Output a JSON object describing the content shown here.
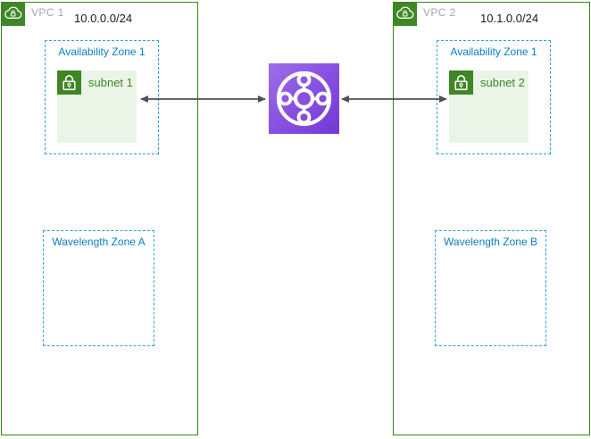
{
  "diagram": {
    "type": "aws-network-architecture",
    "vpc1": {
      "label": "VPC 1",
      "cidr": "10.0.0.0/24",
      "availability_zone": {
        "label": "Availability Zone 1",
        "subnet": {
          "label": "subnet 1",
          "icon": "private-subnet-lock-icon"
        }
      },
      "wavelength_zone": {
        "label": "Wavelength Zone A"
      },
      "icon": "vpc-cloud-lock-icon"
    },
    "vpc2": {
      "label": "VPC 2",
      "cidr": "10.1.0.0/24",
      "availability_zone": {
        "label": "Availability Zone 1",
        "subnet": {
          "label": "subnet 2",
          "icon": "private-subnet-lock-icon"
        }
      },
      "wavelength_zone": {
        "label": "Wavelength Zone B"
      },
      "icon": "vpc-cloud-lock-icon"
    },
    "transit_gateway": {
      "icon": "transit-gateway-icon"
    },
    "connections": [
      {
        "from": "subnet 1",
        "to": "transit gateway",
        "bidirectional": true
      },
      {
        "from": "transit gateway",
        "to": "subnet 2",
        "bidirectional": true
      }
    ],
    "colors": {
      "vpc_border_green": "#2E8B0E",
      "icon_green": "#3F8624",
      "subnet_fill": "#EAF4E7",
      "subnet_text": "#3F8624",
      "zone_border_blue": "#2BA4D8",
      "zone_text_blue": "#0B7EC0",
      "tgw_purple_light": "#9D6FEA",
      "tgw_purple_dark": "#7437D6",
      "arrow_gray": "#4B5257",
      "vpc_label_gray": "#A3A7AB",
      "cidr_text": "#16191F"
    }
  }
}
